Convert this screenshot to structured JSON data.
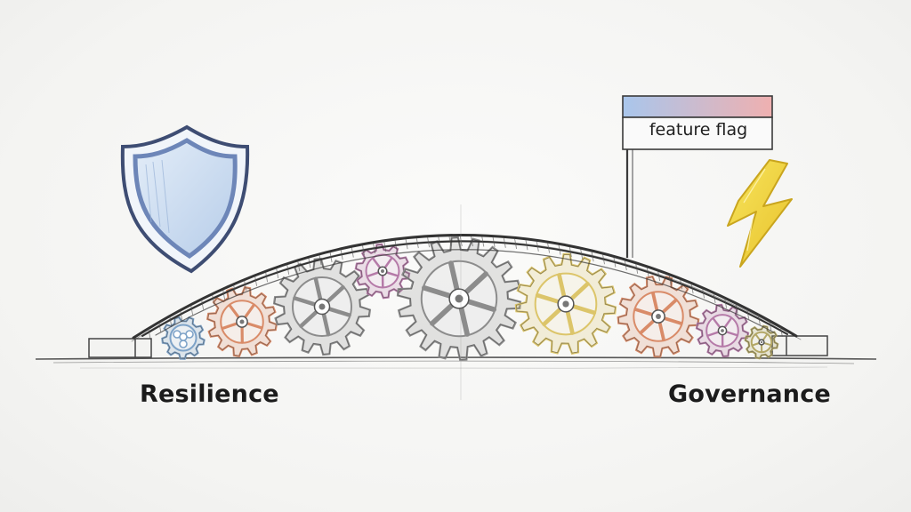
{
  "labels": {
    "left": "Resilience",
    "right": "Governance"
  },
  "sign": {
    "text": "feature flag"
  },
  "icons": {
    "shield": "shield-icon",
    "lightning": "lightning-bolt-icon",
    "gear": "gear-icon"
  },
  "colors": {
    "shield": "#5b78b0",
    "shield_fill": "#c9dbf0",
    "lightning": "#f3d43a",
    "sign_top": "#e9a7a7",
    "sign_top_blue": "#a9c6ec",
    "ink": "#3a3a3a",
    "gear_blue": "#7ea3c8",
    "gear_orange": "#d98b68",
    "gear_gray": "#8c8c8c",
    "gear_pink": "#b57aa8",
    "gear_yellow": "#dcc56a",
    "gear_olive": "#b3a766"
  }
}
